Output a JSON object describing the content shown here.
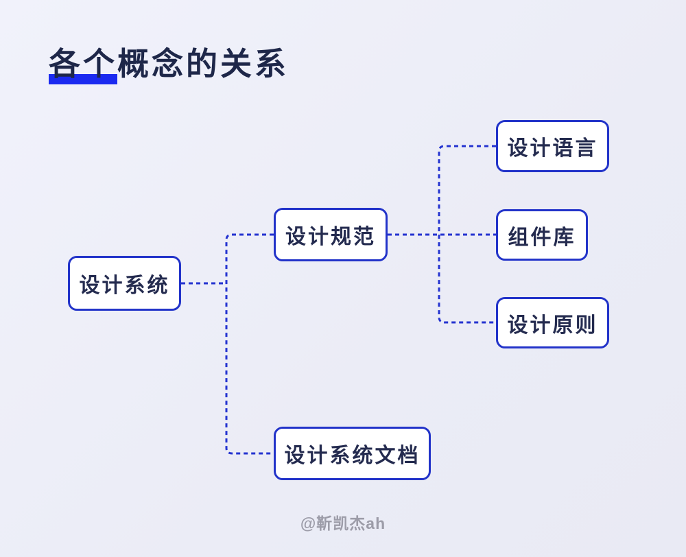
{
  "page": {
    "title": {
      "highlighted": "各个",
      "rest": "概念的关系"
    },
    "watermark": "@靳凯杰ah"
  },
  "colors": {
    "background": "#ebecf6",
    "node_border": "#2233c9",
    "node_fill": "#ffffff",
    "node_text": "#242b4f",
    "connector": "#2433d0",
    "title_text": "#1e2749",
    "title_highlight": "#1b2af0",
    "watermark_text": "#9c9ca8"
  },
  "diagram": {
    "type": "mindmap",
    "nodes": [
      {
        "id": "design-system",
        "label": "设计系统"
      },
      {
        "id": "design-spec",
        "label": "设计规范"
      },
      {
        "id": "design-language",
        "label": "设计语言"
      },
      {
        "id": "component-library",
        "label": "组件库"
      },
      {
        "id": "design-principles",
        "label": "设计原则"
      },
      {
        "id": "design-system-docs",
        "label": "设计系统文档"
      }
    ],
    "edges": [
      {
        "from": "设计系统",
        "to": "设计规范"
      },
      {
        "from": "设计系统",
        "to": "设计系统文档"
      },
      {
        "from": "设计规范",
        "to": "设计语言"
      },
      {
        "from": "设计规范",
        "to": "组件库"
      },
      {
        "from": "设计规范",
        "to": "设计原则"
      }
    ]
  }
}
